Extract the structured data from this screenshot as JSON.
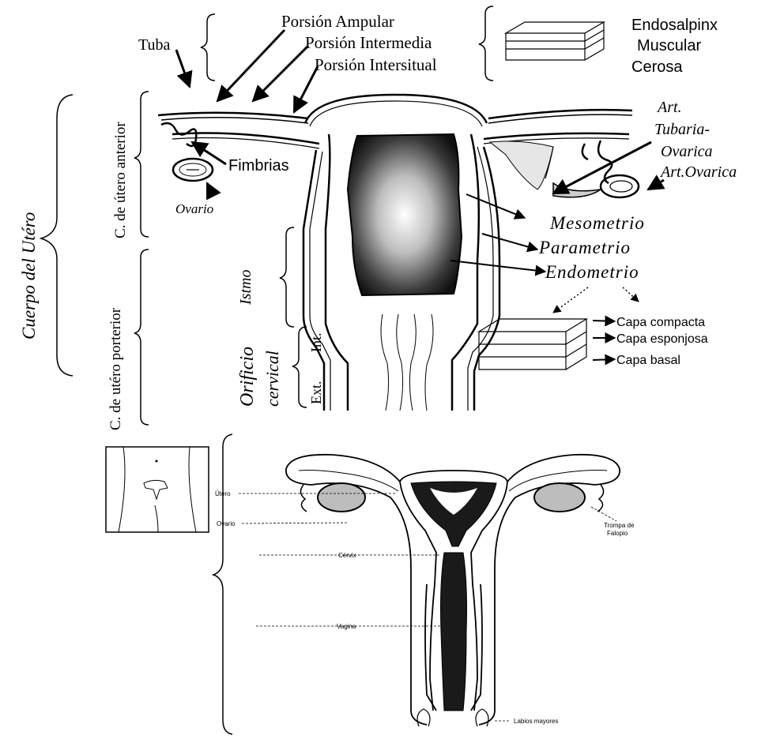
{
  "top_labels": {
    "tuba": "Tuba",
    "ampular": "Porsión Ampular",
    "intermedia": "Porsión Intermedia",
    "intersitual": "Porsión Intersitual"
  },
  "tube_layers": [
    "Endosalpinx",
    "Muscular",
    "Cerosa"
  ],
  "left_labels": {
    "cuerpo": "Cuerpo del Utéro",
    "anterior": "C. de útero anterior",
    "posterior": "C. de utéro porterior",
    "istmo": "Istmo",
    "orificio": "Orificio",
    "cervical": "cervical",
    "int": "Int.",
    "ext": "Ext."
  },
  "organ_labels": {
    "fimbrias": "Fimbrias",
    "ovario": "Ovario",
    "art_tubaria_1": "Art.",
    "art_tubaria_2": "Tubaria-",
    "art_tubaria_3": "Ovarica",
    "art_ovarica": "Art.Ovarica"
  },
  "wall_layers": [
    "Mesometrio",
    "Parametrio",
    "Endometrio"
  ],
  "endometrium_layers": [
    "Capa compacta",
    "Capa esponjosa",
    "Capa basal"
  ],
  "bottom_labels": {
    "utero": "Útero",
    "ovario": "Ovario",
    "cervix": "Cérvix",
    "vagina": "Vagina",
    "trompa_1": "Trompa de",
    "trompa_2": "Falopio",
    "labios": "Labios mayores"
  }
}
